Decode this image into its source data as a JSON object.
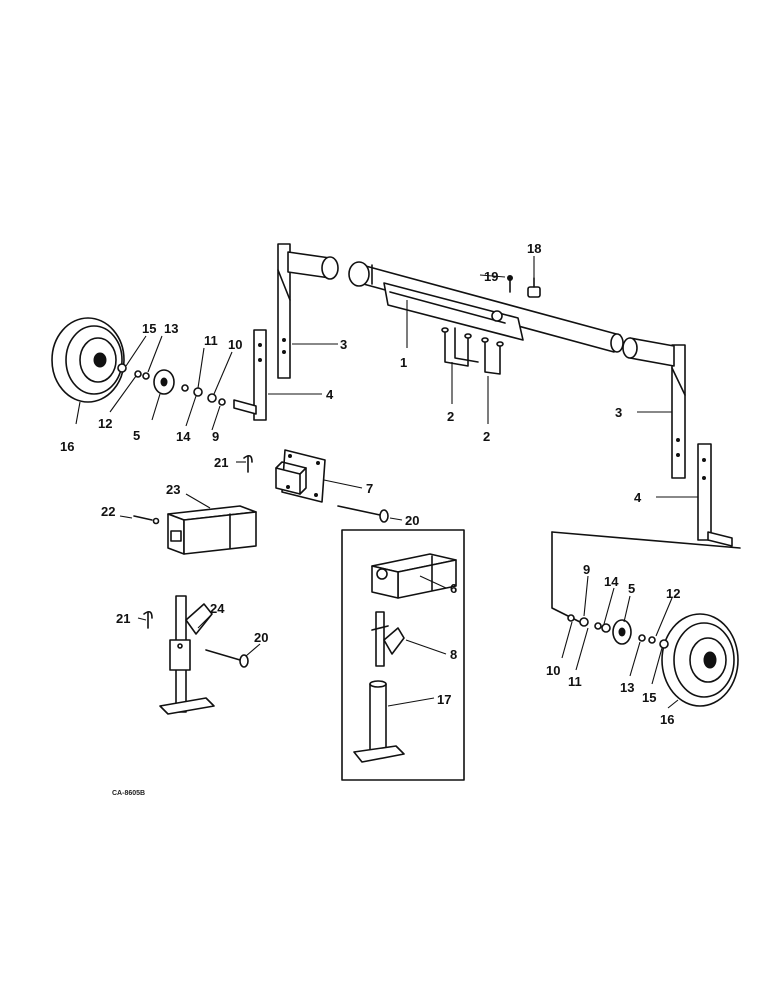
{
  "callouts": {
    "c18": "18",
    "c19": "19",
    "c3a": "3",
    "c1": "1",
    "c2a": "2",
    "c2b": "2",
    "c3b": "3",
    "c4a": "4",
    "c4b": "4",
    "c15a": "15",
    "c13a": "13",
    "c11a": "11",
    "c10a": "10",
    "c12a": "12",
    "c5a": "5",
    "c14a": "14",
    "c9a": "9",
    "c16a": "16",
    "c21a": "21",
    "c7": "7",
    "c23": "23",
    "c22": "22",
    "c20a": "20",
    "c6": "6",
    "c21b": "21",
    "c24": "24",
    "c20b": "20",
    "c8": "8",
    "c17": "17",
    "c9b": "9",
    "c14b": "14",
    "c5b": "5",
    "c12b": "12",
    "c10b": "10",
    "c11b": "11",
    "c13b": "13",
    "c15b": "15",
    "c16b": "16"
  },
  "figure_code": "CA-8605B"
}
